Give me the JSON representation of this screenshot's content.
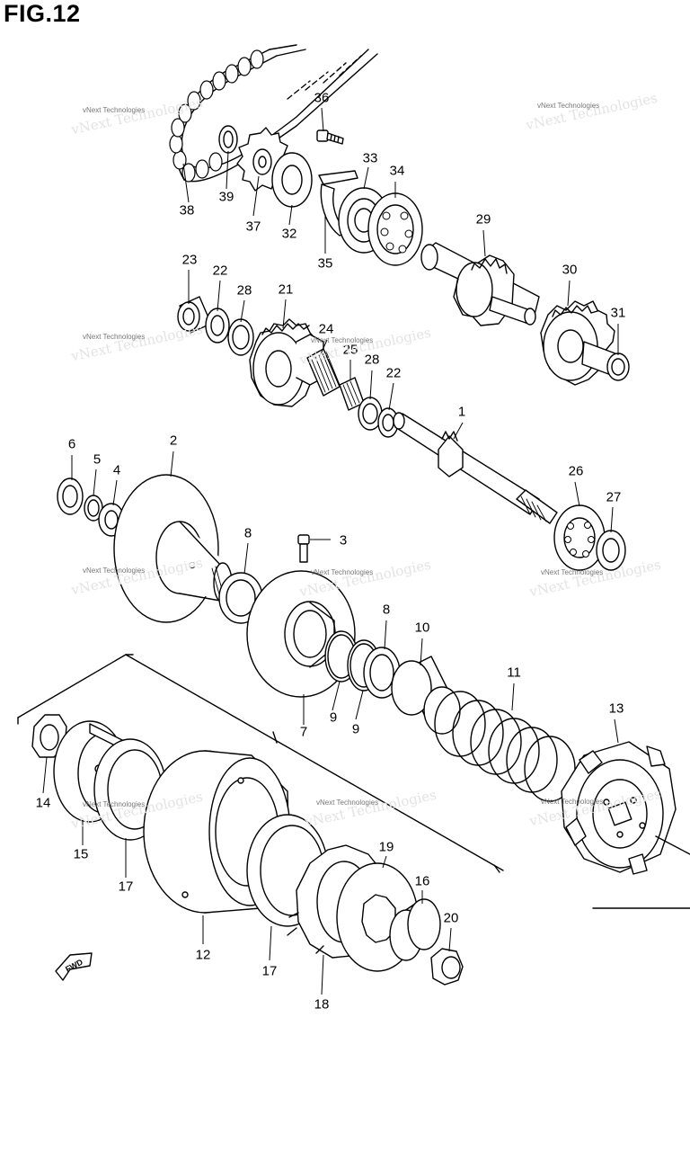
{
  "figure": {
    "title": "FIG.12"
  },
  "watermark": {
    "text": "vNext Technologies"
  },
  "fwd_label": "FWD",
  "colors": {
    "line": "#000000",
    "background": "#ffffff",
    "watermark": "#777777"
  },
  "parts": [
    {
      "id": "1",
      "label": "1"
    },
    {
      "id": "2",
      "label": "2"
    },
    {
      "id": "3",
      "label": "3"
    },
    {
      "id": "4",
      "label": "4"
    },
    {
      "id": "5",
      "label": "5"
    },
    {
      "id": "6",
      "label": "6"
    },
    {
      "id": "7",
      "label": "7"
    },
    {
      "id": "8a",
      "label": "8"
    },
    {
      "id": "8b",
      "label": "8"
    },
    {
      "id": "9a",
      "label": "9"
    },
    {
      "id": "9b",
      "label": "9"
    },
    {
      "id": "10",
      "label": "10"
    },
    {
      "id": "11",
      "label": "11"
    },
    {
      "id": "12",
      "label": "12"
    },
    {
      "id": "13",
      "label": "13"
    },
    {
      "id": "14",
      "label": "14"
    },
    {
      "id": "15",
      "label": "15"
    },
    {
      "id": "16",
      "label": "16"
    },
    {
      "id": "17a",
      "label": "17"
    },
    {
      "id": "17b",
      "label": "17"
    },
    {
      "id": "18",
      "label": "18"
    },
    {
      "id": "19",
      "label": "19"
    },
    {
      "id": "20",
      "label": "20"
    },
    {
      "id": "21",
      "label": "21"
    },
    {
      "id": "22a",
      "label": "22"
    },
    {
      "id": "22b",
      "label": "22"
    },
    {
      "id": "23",
      "label": "23"
    },
    {
      "id": "24",
      "label": "24"
    },
    {
      "id": "25",
      "label": "25"
    },
    {
      "id": "26",
      "label": "26"
    },
    {
      "id": "27",
      "label": "27"
    },
    {
      "id": "28a",
      "label": "28"
    },
    {
      "id": "28b",
      "label": "28"
    },
    {
      "id": "29",
      "label": "29"
    },
    {
      "id": "30",
      "label": "30"
    },
    {
      "id": "31",
      "label": "31"
    },
    {
      "id": "32",
      "label": "32"
    },
    {
      "id": "33",
      "label": "33"
    },
    {
      "id": "34",
      "label": "34"
    },
    {
      "id": "35",
      "label": "35"
    },
    {
      "id": "36",
      "label": "36"
    },
    {
      "id": "37",
      "label": "37"
    },
    {
      "id": "38",
      "label": "38"
    },
    {
      "id": "39",
      "label": "39"
    }
  ]
}
